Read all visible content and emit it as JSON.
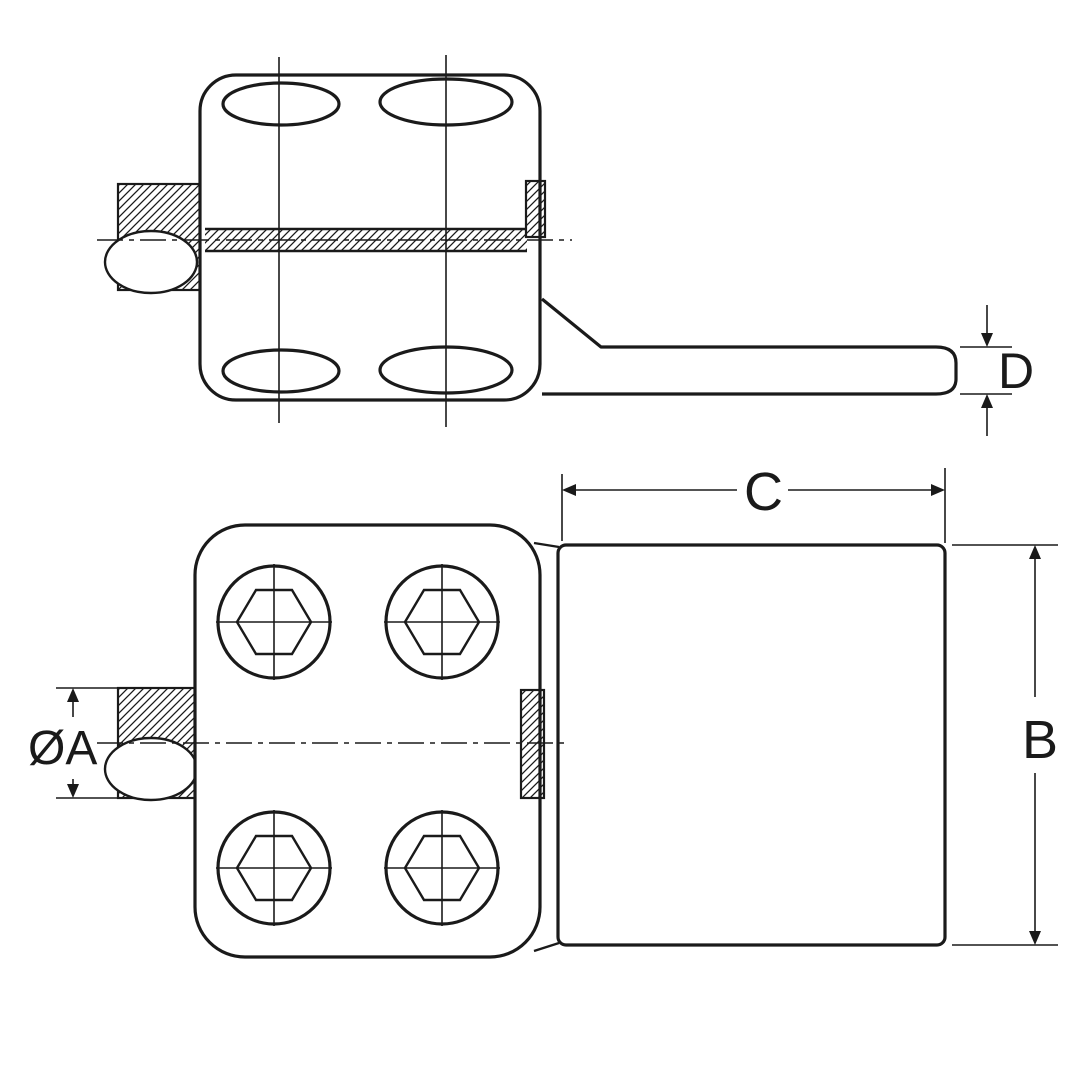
{
  "meta": {
    "drawing_type": "cable-lug-two-view-technical-drawing",
    "colors": {
      "ink": "#1a1a1a",
      "background": "#ffffff"
    }
  },
  "labels": {
    "diameter_a": "ØA",
    "height_b": "B",
    "length_c": "C",
    "thickness_d": "D"
  }
}
